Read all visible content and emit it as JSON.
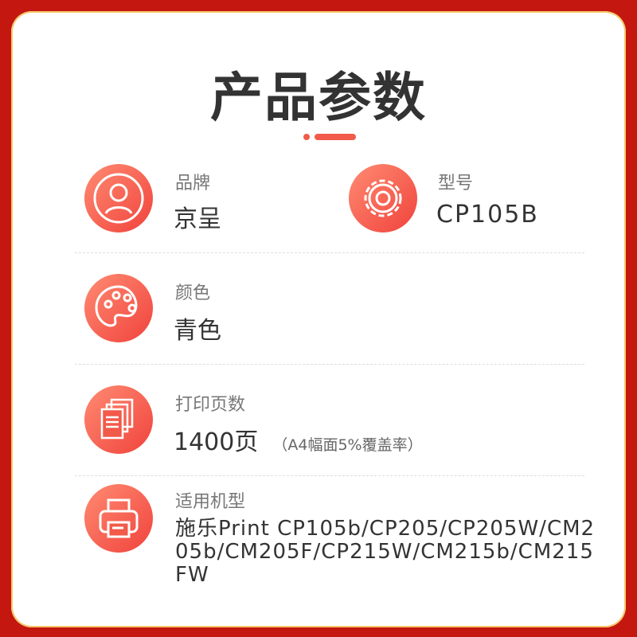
{
  "title": "产品参数",
  "brand": {
    "label": "品牌",
    "value": "京呈"
  },
  "model": {
    "label": "型号",
    "value": "CP105B"
  },
  "color": {
    "label": "颜色",
    "value": "青色"
  },
  "pages": {
    "label": "打印页数",
    "value": "1400页",
    "note": "（A4幅面5%覆盖率）"
  },
  "compat": {
    "label": "适用机型",
    "value": "施乐Print CP105b/CP205/CP205W/CM205b/CM205F/CP215W/CM215b/CM215FW"
  }
}
